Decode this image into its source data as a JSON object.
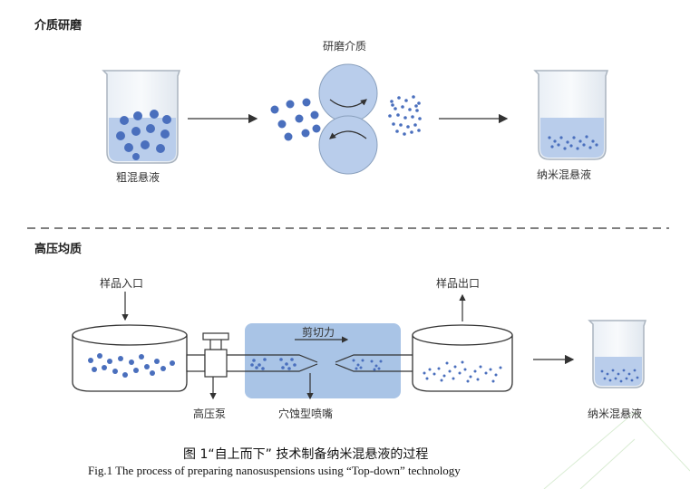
{
  "section1": {
    "title": "介质研磨",
    "grinding_label": "研磨介质",
    "coarse_label": "粗混悬液",
    "nano_label": "纳米混悬液"
  },
  "section2": {
    "title": "高压均质",
    "inlet_label": "样品入口",
    "outlet_label": "样品出口",
    "shear_label": "剪切力",
    "pump_label": "高压泵",
    "nozzle_label": "穴蚀型喷嘴",
    "nano_label": "纳米混悬液"
  },
  "caption": {
    "chinese": "图 1“自上而下” 技术制备纳米混悬液的过程",
    "english": "Fig.1 The process of preparing nanosuspensions using “Top-down” technology"
  },
  "colors": {
    "particle": "#4a6fbd",
    "liquid": "#b9cdeb",
    "chamber": "#a9c4e6",
    "line": "#333333"
  }
}
